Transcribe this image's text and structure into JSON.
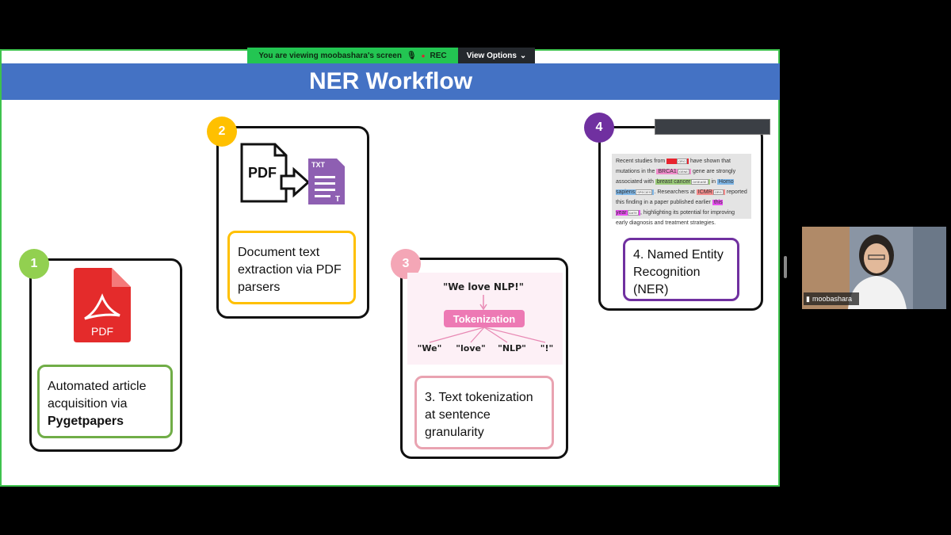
{
  "share_bar": {
    "viewing_text": "You are viewing moobashara's screen",
    "rec_label": "REC",
    "view_options_label": "View Options"
  },
  "slide": {
    "title": "NER Workflow",
    "steps": [
      {
        "number": "1",
        "color": "#92d050",
        "box_color": "#70ad47",
        "text_lines": [
          "Automated article",
          "acquisition via"
        ],
        "text_bold": "Pygetpapers",
        "icon": "pdf-file-icon",
        "icon_label": "PDF"
      },
      {
        "number": "2",
        "color": "#ffc000",
        "box_color": "#ffc000",
        "text_lines": [
          "Document text",
          "extraction via PDF",
          "parsers"
        ],
        "icon": "pdf-to-txt-icon",
        "icon_pdf_label": "PDF",
        "icon_txt_label": "TXT",
        "icon_t_label": "T"
      },
      {
        "number": "3",
        "color": "#f4a6b6",
        "box_color": "#e9a3b1",
        "text_lines": [
          "3. Text tokenization",
          "at sentence",
          "granularity"
        ],
        "token_sentence": "\"We love NLP!\"",
        "token_label": "Tokenization",
        "tokens": [
          "\"We\"",
          "\"love\"",
          "\"NLP\"",
          "\"!\""
        ]
      },
      {
        "number": "4",
        "color": "#7030a0",
        "box_color": "#7030a0",
        "text_lines": [
          "4. Named Entity",
          "Recognition",
          "(NER)"
        ]
      }
    ],
    "ner_example": {
      "segments": [
        {
          "text": "Recent studies from "
        },
        {
          "text": "",
          "tag": "ORG",
          "bg": "#e8242f",
          "hidden": true
        },
        {
          "text": " have shown that mutations in the "
        },
        {
          "text": "BRCA1",
          "tag": "GENE",
          "bg": "#f08ccb"
        },
        {
          "text": " gene are strongly associated with "
        },
        {
          "text": "breast cancer",
          "tag": "DISEASE",
          "bg": "#9ccc7a"
        },
        {
          "text": " in "
        },
        {
          "text": "Homo sapiens",
          "tag": "SPECIES",
          "bg": "#7fb7e8"
        },
        {
          "text": ". Researchers at "
        },
        {
          "text": "ICMR",
          "tag": "ORG",
          "bg": "#f28b8b"
        },
        {
          "text": " reported this finding in a paper published earlier "
        },
        {
          "text": "this year",
          "tag": "DATE",
          "bg": "#e84ff0"
        },
        {
          "text": ", highlighting its potential for improving early diagnosis and treatment strategies."
        }
      ]
    }
  },
  "participant": {
    "name": "moobashara"
  }
}
